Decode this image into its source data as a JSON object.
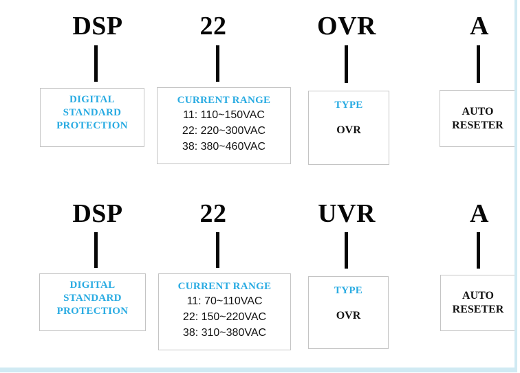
{
  "page": {
    "background_color": "#ffffff",
    "accent_border_color": "#d0eaf3",
    "box_border_color": "#c4c4c4",
    "cyan_text_color": "#29abe2",
    "code_text_color": "#060606"
  },
  "rows": [
    {
      "model": "DSP 22 OVR A",
      "cols": [
        {
          "header": "DSP",
          "box": {
            "lines": [
              "DIGITAL",
              "STANDARD",
              "PROTECTION"
            ]
          }
        },
        {
          "header": "22",
          "box": {
            "title": "CURRENT RANGE",
            "items": [
              "11: 110~150VAC",
              "22: 220~300VAC",
              "38: 380~460VAC"
            ]
          }
        },
        {
          "header": "OVR",
          "box": {
            "title": "TYPE",
            "value": "OVR"
          }
        },
        {
          "header": "A",
          "box": {
            "lines": [
              "AUTO",
              "RESETER"
            ]
          }
        }
      ]
    },
    {
      "model": "DSP 22 UVR A",
      "cols": [
        {
          "header": "DSP",
          "box": {
            "lines": [
              "DIGITAL",
              "STANDARD",
              "PROTECTION"
            ]
          }
        },
        {
          "header": "22",
          "box": {
            "title": "CURRENT RANGE",
            "items": [
              "11: 70~110VAC",
              "22: 150~220VAC",
              "38: 310~380VAC"
            ]
          }
        },
        {
          "header": "UVR",
          "box": {
            "title": "TYPE",
            "value": "OVR"
          }
        },
        {
          "header": "A",
          "box": {
            "lines": [
              "AUTO",
              "RESETER"
            ]
          }
        }
      ]
    }
  ]
}
